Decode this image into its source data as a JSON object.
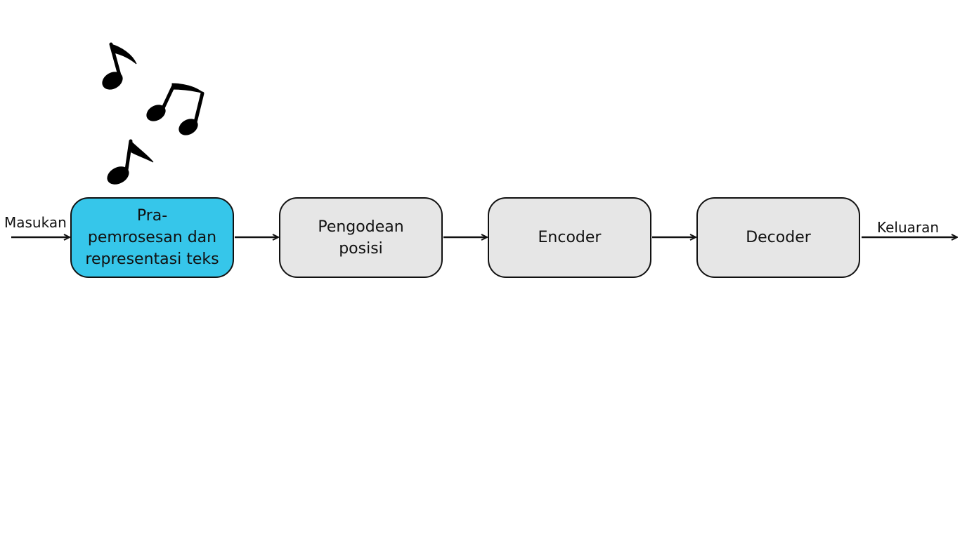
{
  "diagram": {
    "input_label": "Masukan",
    "output_label": "Keluaran",
    "boxes": [
      {
        "text": "Pra-\npemrosesan dan\nrepresentasi teks",
        "highlighted": true,
        "color": "#36c6ea"
      },
      {
        "text": "Pengodean\nposisi",
        "highlighted": false,
        "color": "#e6e6e6"
      },
      {
        "text": "Encoder",
        "highlighted": false,
        "color": "#e6e6e6"
      },
      {
        "text": "Decoder",
        "highlighted": false,
        "color": "#e6e6e6"
      }
    ],
    "decoration": {
      "icon": "music-notes-icon"
    }
  }
}
